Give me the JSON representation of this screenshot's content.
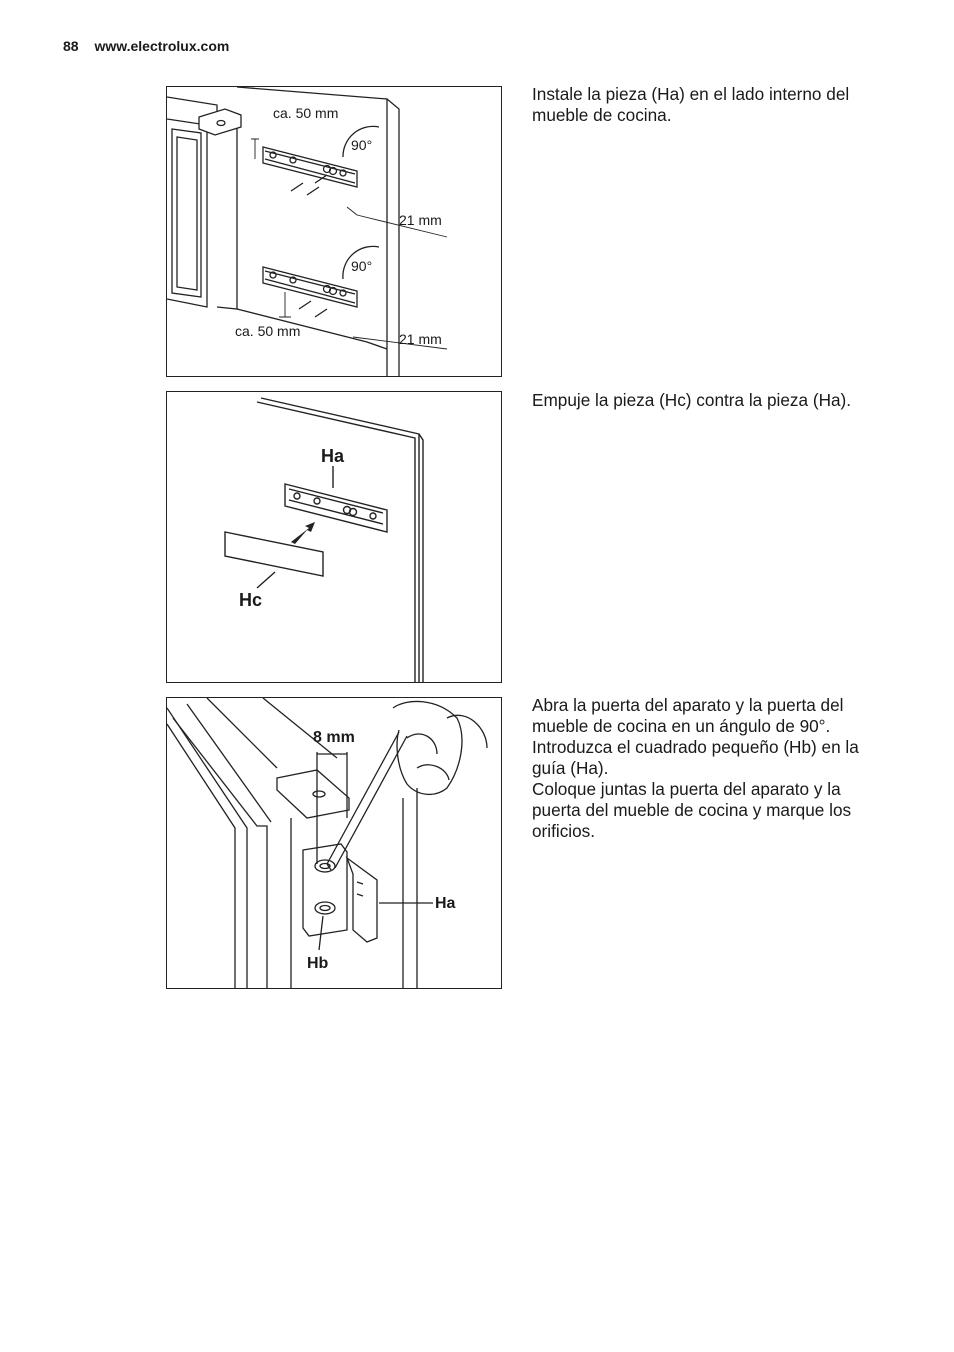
{
  "header": {
    "page_number": "88",
    "website": "www.electrolux.com"
  },
  "figures": {
    "fig1": {
      "dim_top": "ca. 50 mm",
      "angle_top": "90°",
      "dim_right_top": "21 mm",
      "angle_bottom": "90°",
      "dim_bottom": "ca. 50 mm",
      "dim_right_bottom": "21 mm"
    },
    "fig2": {
      "label_ha": "Ha",
      "label_hc": "Hc"
    },
    "fig3": {
      "dim_8mm": "8 mm",
      "label_ha": "Ha",
      "label_hb": "Hb"
    }
  },
  "steps": [
    {
      "paragraphs": [
        "Instale la pieza (Ha) en el lado interno del mueble de cocina."
      ]
    },
    {
      "paragraphs": [
        "Empuje la pieza (Hc) contra la pieza (Ha)."
      ]
    },
    {
      "paragraphs": [
        "Abra la puerta del aparato y la puerta del mueble de cocina en un ángulo de 90°.",
        "Introduzca el cuadrado pequeño (Hb) en la guía (Ha).",
        "Coloque juntas la puerta del aparato y la puerta del mueble de cocina y marque los orificios."
      ]
    }
  ]
}
